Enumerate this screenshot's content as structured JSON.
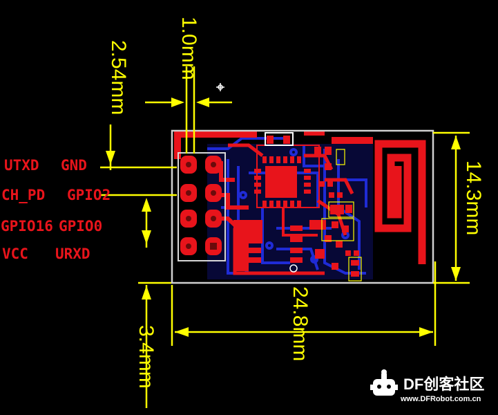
{
  "pin_labels": {
    "row1": {
      "left": "UTXD",
      "right": "GND"
    },
    "row2": {
      "left": "CH_PD",
      "right": "GPIO2"
    },
    "row3": {
      "left": "GPIO16",
      "right": "GPIO0"
    },
    "row4": {
      "left": "VCC",
      "right": "URXD"
    }
  },
  "dimensions": {
    "pin_width": "1.0mm",
    "pin_pitch": "2.54mm",
    "height": "14.3mm",
    "length": "24.8mm",
    "offset": "3.4mm"
  },
  "watermark": {
    "name": "DF创客社区",
    "url": "www.DFRobot.com.cn"
  },
  "colors": {
    "background": "#000000",
    "dimension": "#ffff00",
    "copper_top": "#e8141b",
    "copper_bottom": "#1f2bd6",
    "outline": "#d0d0d0"
  }
}
